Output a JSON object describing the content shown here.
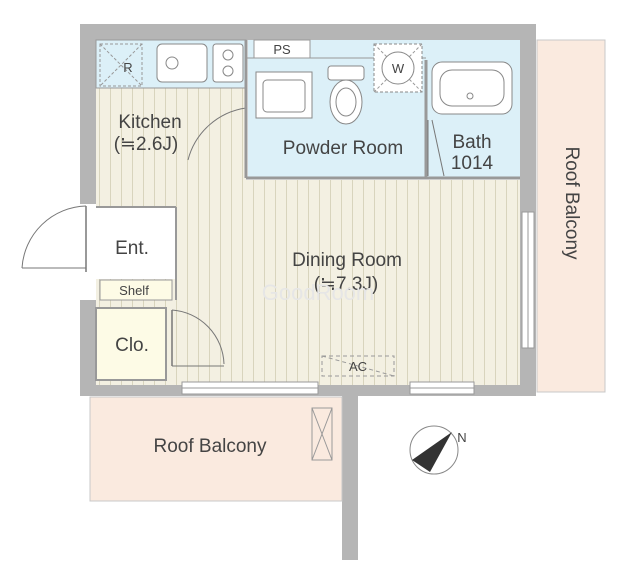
{
  "rooms": {
    "kitchen": {
      "name": "Kitchen",
      "size": "(≒2.6J)",
      "fixture_r": "R"
    },
    "powder_room": {
      "name": "Powder Room",
      "ps": "PS",
      "washer": "W"
    },
    "bath": {
      "name": "Bath",
      "size": "1014"
    },
    "entrance": {
      "name": "Ent.",
      "shelf": "Shelf"
    },
    "closet": {
      "name": "Clo."
    },
    "dining_room": {
      "name": "Dining Room",
      "size": "(≒7.3J)",
      "ac": "AC"
    },
    "roof_balcony_right": {
      "name": "Roof Balcony"
    },
    "roof_balcony_bottom": {
      "name": "Roof Balcony"
    }
  },
  "watermark": "GoodRoom",
  "compass": {
    "label": "N"
  },
  "colors": {
    "wall": "#b5b5b5",
    "floor_wood": "#f3f0e2",
    "wet_area": "#dcf0f8",
    "balcony": "#faeadf",
    "closet": "#fdfbe6",
    "text": "#444444"
  }
}
